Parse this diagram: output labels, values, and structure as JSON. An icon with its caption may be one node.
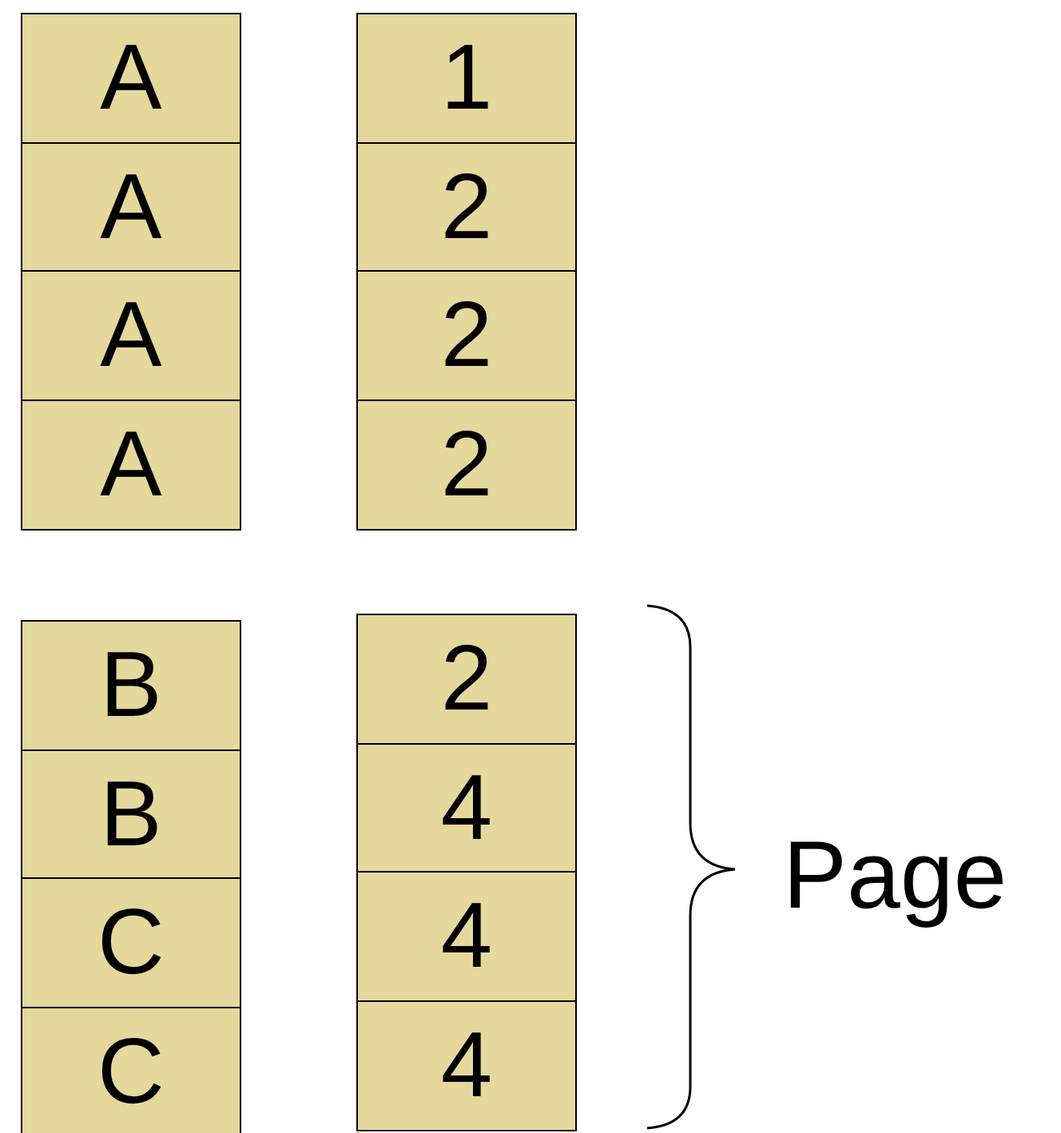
{
  "diagram": {
    "nodes": [
      {
        "text": [
          "A"
        ]
      },
      {
        "text": [
          "1"
        ]
      },
      {
        "text": [
          "A"
        ]
      },
      {
        "text": [
          "2"
        ]
      },
      {
        "text": [
          "A"
        ]
      },
      {
        "text": [
          "2"
        ]
      },
      {
        "text": [
          "A"
        ]
      },
      {
        "text": [
          "2"
        ]
      },
      {
        "text": [
          "B"
        ]
      },
      {
        "text": [
          "2"
        ]
      },
      {
        "text": [
          "B"
        ]
      },
      {
        "text": [
          "4"
        ]
      },
      {
        "text": [
          "C"
        ]
      },
      {
        "text": [
          "4"
        ]
      },
      {
        "text": [
          "C"
        ]
      },
      {
        "text": [
          "4"
        ]
      }
    ],
    "labels": [
      "Page"
    ]
  }
}
